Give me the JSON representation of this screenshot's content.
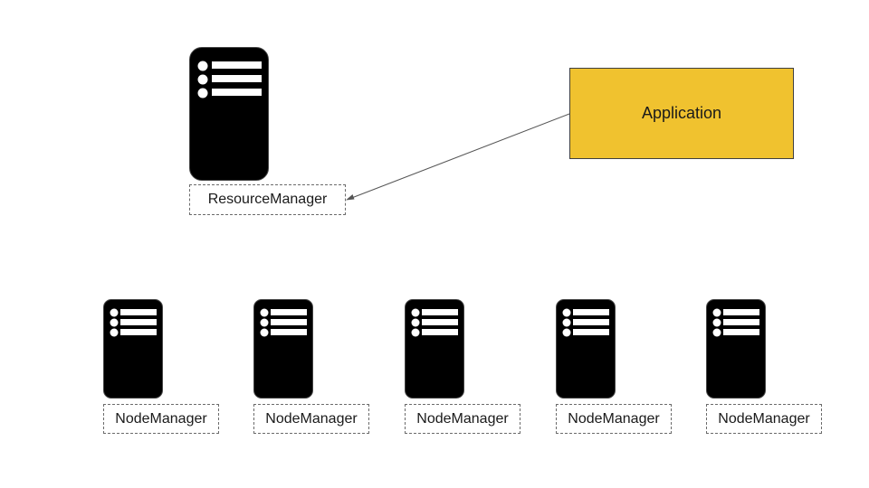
{
  "application": {
    "label": "Application",
    "fill_color": "#F0C22F"
  },
  "resource_manager": {
    "label": "ResourceManager",
    "icon": "server-icon"
  },
  "node_managers": [
    {
      "label": "NodeManager",
      "icon": "server-icon"
    },
    {
      "label": "NodeManager",
      "icon": "server-icon"
    },
    {
      "label": "NodeManager",
      "icon": "server-icon"
    },
    {
      "label": "NodeManager",
      "icon": "server-icon"
    },
    {
      "label": "NodeManager",
      "icon": "server-icon"
    }
  ],
  "edges": [
    {
      "from": "Application",
      "to": "ResourceManager"
    }
  ],
  "colors": {
    "server": "#000000",
    "edge": "#555555"
  }
}
